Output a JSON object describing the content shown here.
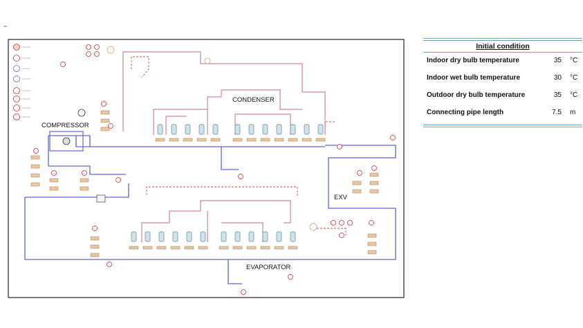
{
  "corner_mark": "™",
  "diagram": {
    "labels": {
      "compressor": "COMPRESSOR",
      "condenser": "CONDENSER",
      "evaporator": "EVAPORATOR",
      "exv": "EXV"
    },
    "colors": {
      "frame": "#222222",
      "liquid_line": "#5d66d6",
      "discharge_line": "#c96b7a",
      "sensor": "#d42c2c",
      "valve": "#c9a27a",
      "coil": "#7fa6b8"
    }
  },
  "initial_condition": {
    "title": "Initial condition",
    "rows": [
      {
        "label": "Indoor dry bulb temperature",
        "value": "35",
        "unit": "°C"
      },
      {
        "label": "Indoor wet bulb temperature",
        "value": "30",
        "unit": "°C"
      },
      {
        "label": "Outdoor dry bulb temperature",
        "value": "35",
        "unit": "°C"
      },
      {
        "label": "Connecting pipe length",
        "value": "7.5",
        "unit": "m"
      }
    ]
  }
}
